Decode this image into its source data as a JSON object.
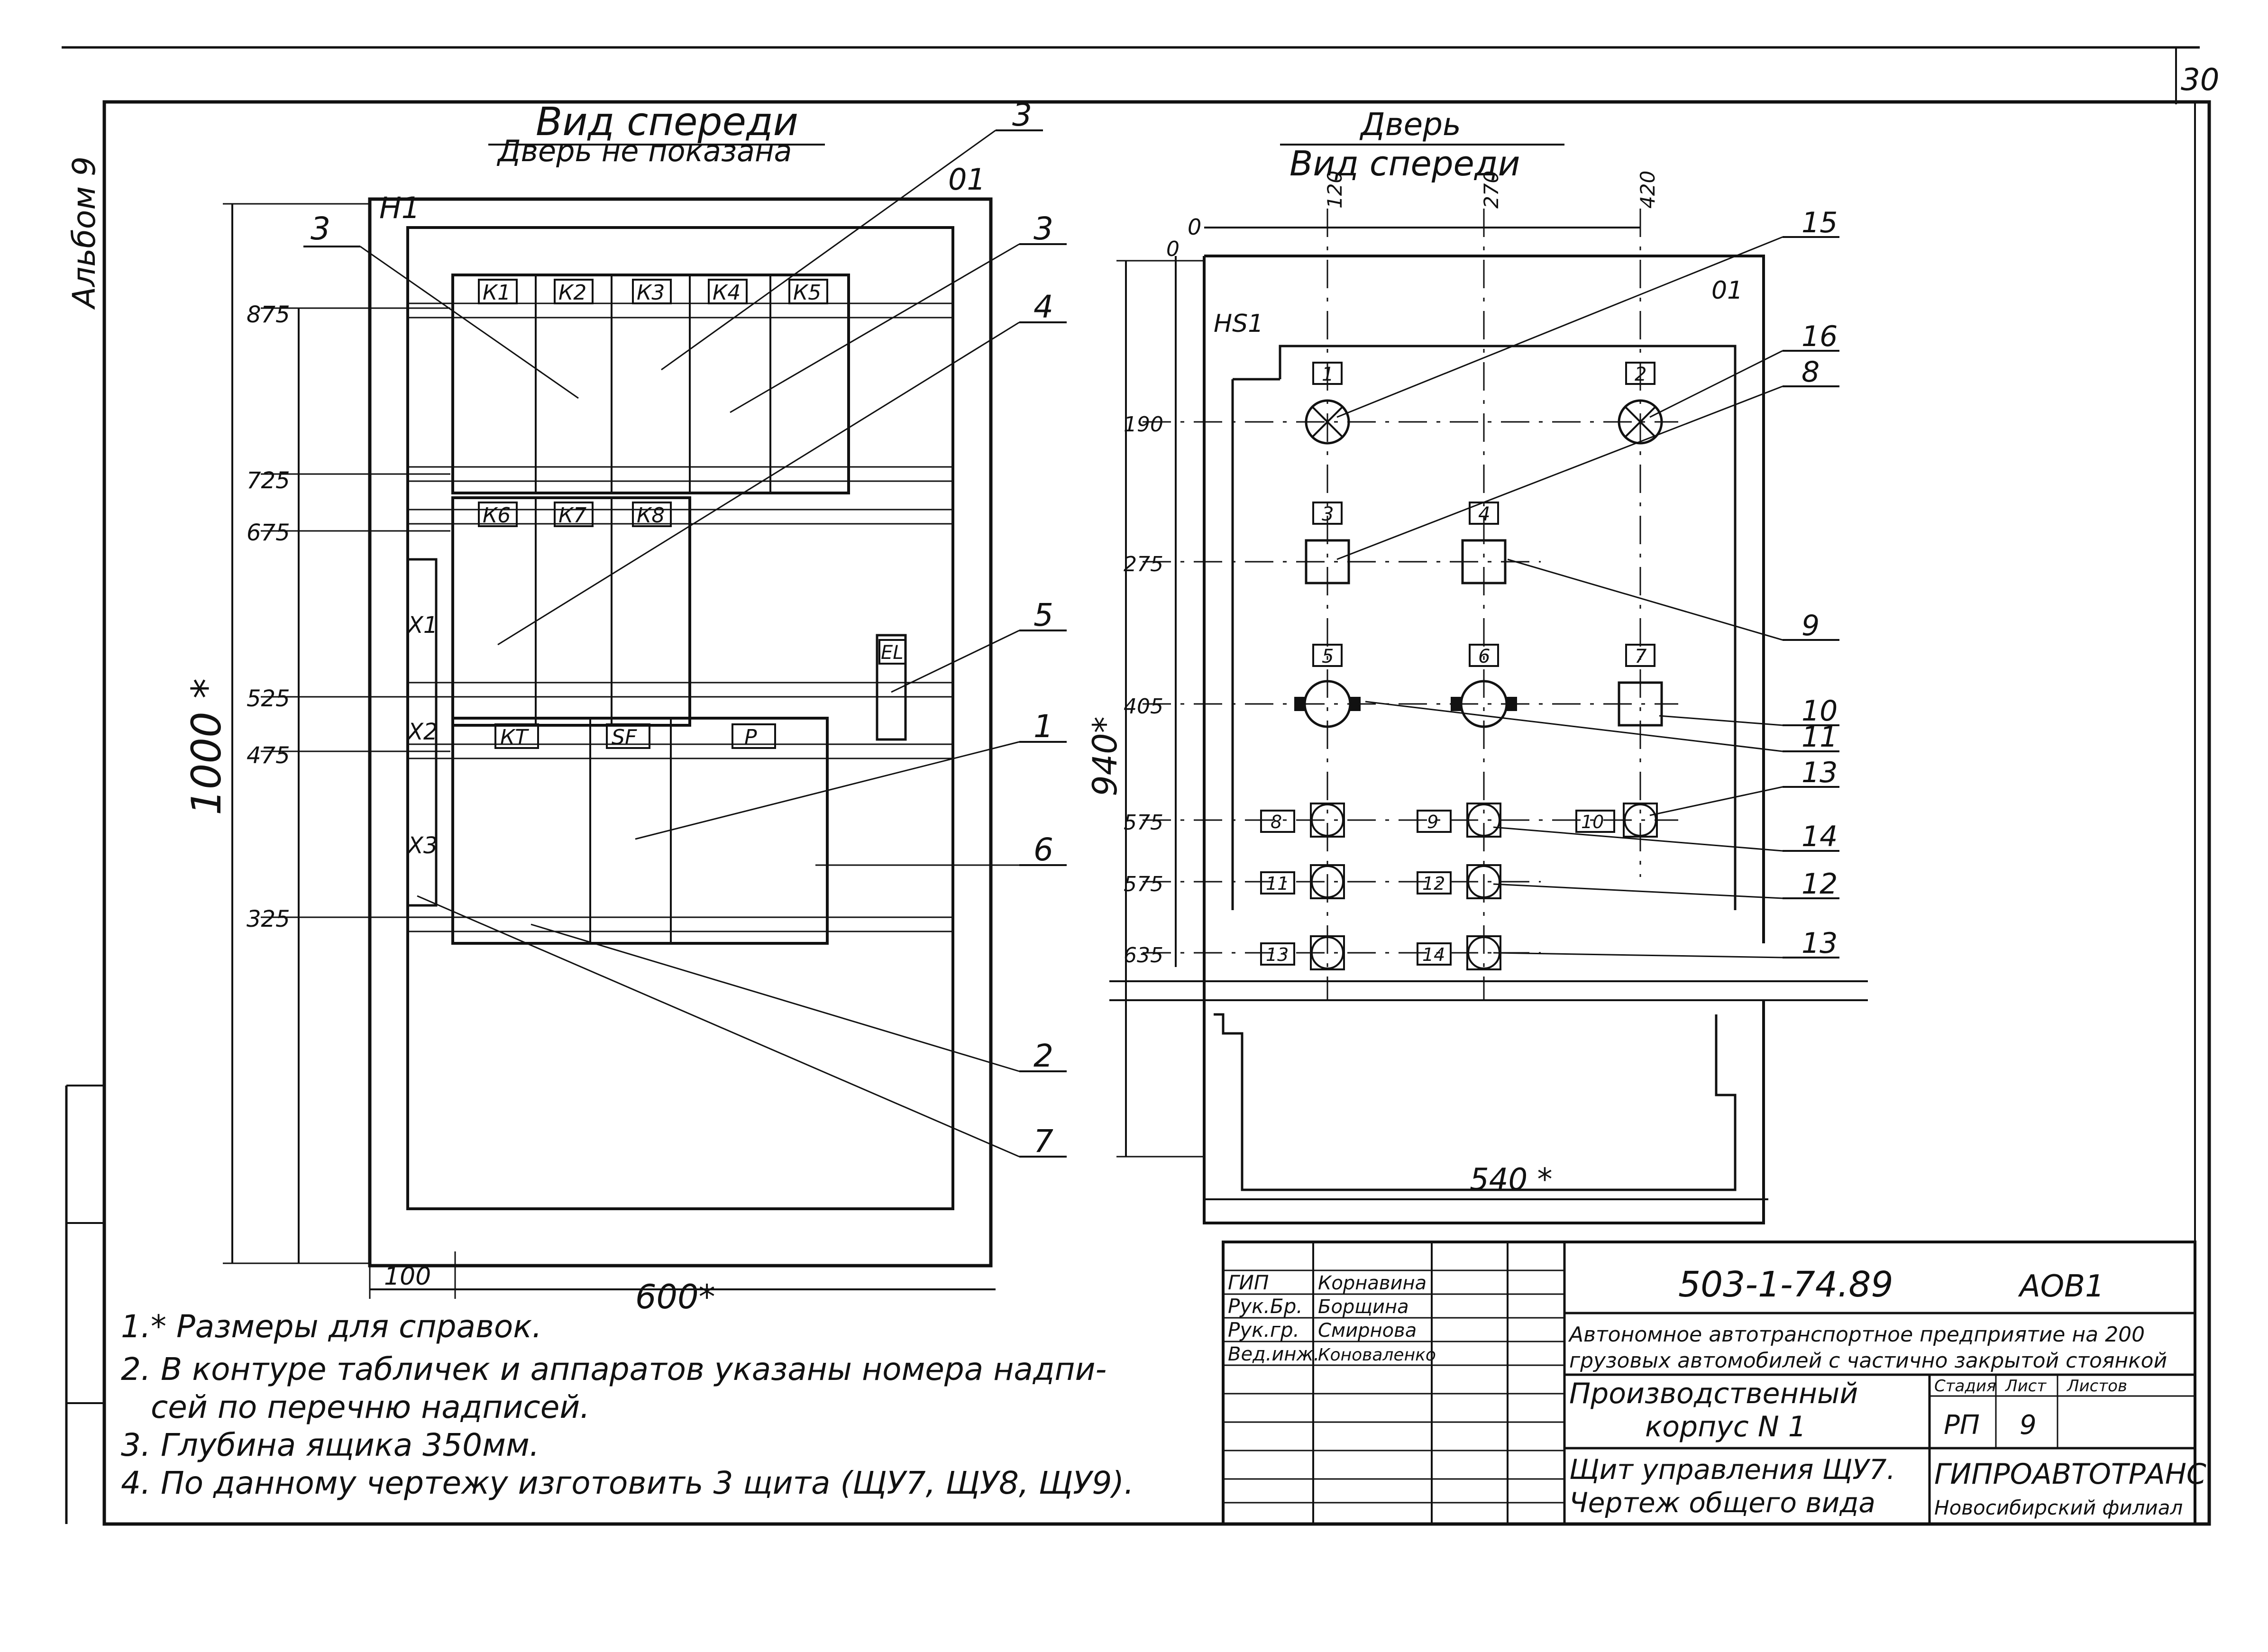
{
  "sheet": {
    "number": "30",
    "album": "Альбом 9"
  },
  "front_view": {
    "title": "Вид спереди",
    "subtitle": "Дверь не показана",
    "cabinet_label": "Н1",
    "inner_label": "01",
    "width_label": "600*",
    "height_label": "1000 *",
    "offset_label": "100",
    "levels": [
      "875",
      "725",
      "675",
      "525",
      "475",
      "325"
    ],
    "devices_row1": [
      "К1",
      "К2",
      "К3",
      "К4",
      "К5"
    ],
    "devices_row2": [
      "К6",
      "К7",
      "К8"
    ],
    "devices_row3": [
      "КТ",
      "SF",
      "Р"
    ],
    "terminals": [
      "Х1",
      "Х2",
      "Х3"
    ],
    "heater": "ЕL",
    "callouts": [
      "3",
      "3",
      "3",
      "4",
      "5",
      "1",
      "6",
      "2",
      "7"
    ]
  },
  "door_view": {
    "title": "Дверь",
    "subtitle": "Вид спереди",
    "cabinet_label": "НS1",
    "inner_label": "01",
    "width_label": "540 *",
    "height_label": "940*",
    "top_dims": [
      "0",
      "120",
      "270",
      "420"
    ],
    "side_dims": [
      "0",
      "190",
      "275",
      "405",
      "575",
      "575",
      "635"
    ],
    "labels": [
      "1",
      "2",
      "3",
      "4",
      "5",
      "6",
      "7",
      "8",
      "9",
      "10",
      "11",
      "12",
      "13",
      "14"
    ],
    "callouts": [
      "15",
      "16",
      "8",
      "9",
      "10",
      "11",
      "13",
      "14",
      "12",
      "13"
    ]
  },
  "notes": [
    "1.* Размеры для   справок.",
    "2. В контуре табличек и аппаратов указаны номера надпи-",
    "   сей по перечню надписей.",
    "3. Глубина ящика 350мм.",
    "4. По данному чертежу изготовить 3 щита (ЩУ7, ЩУ8, ЩУ9)."
  ],
  "title_block": {
    "code": "503-1-74.89",
    "sheet_code": "АОВ1",
    "project": "Автономное автотранспортное предприятие на 200",
    "project2": "грузовых автомобилей с частично закрытой стоянкой",
    "building": "Производственный",
    "building2": "корпус N 1",
    "drawing": "Щит управления ЩУ7.",
    "drawing2": "Чертеж общего вида",
    "stage_head": "Стадия",
    "sheet_head": "Лист",
    "sheets_head": "Листов",
    "stage": "РП",
    "sheet": "9",
    "org": "ГИПРОАВТОТРАНС",
    "org2": "Новосибирский филиал",
    "roles": [
      "ГИП",
      "Рук.Бр.",
      "Рук.гр.",
      "Вед.инж."
    ],
    "names": [
      "Корнавина",
      "Борщина",
      "Смирнова",
      "Коноваленко"
    ]
  }
}
